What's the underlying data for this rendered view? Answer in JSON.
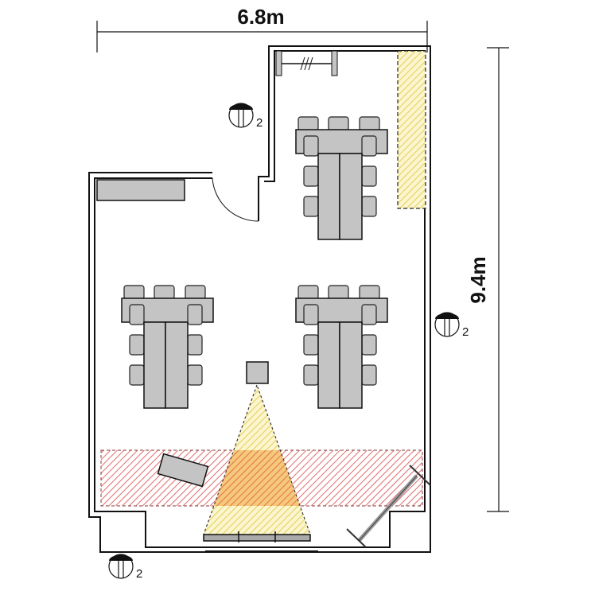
{
  "dimensions": {
    "width_label": "6.8m",
    "height_label": "9.4m"
  },
  "cameras": [
    {
      "label": "2"
    },
    {
      "label": "2"
    },
    {
      "label": "2"
    }
  ],
  "colors": {
    "furniture": "#c4c4c4",
    "projection_zone": "#f2e27a",
    "restricted_zone": "#e05050",
    "wall": "#111111"
  }
}
